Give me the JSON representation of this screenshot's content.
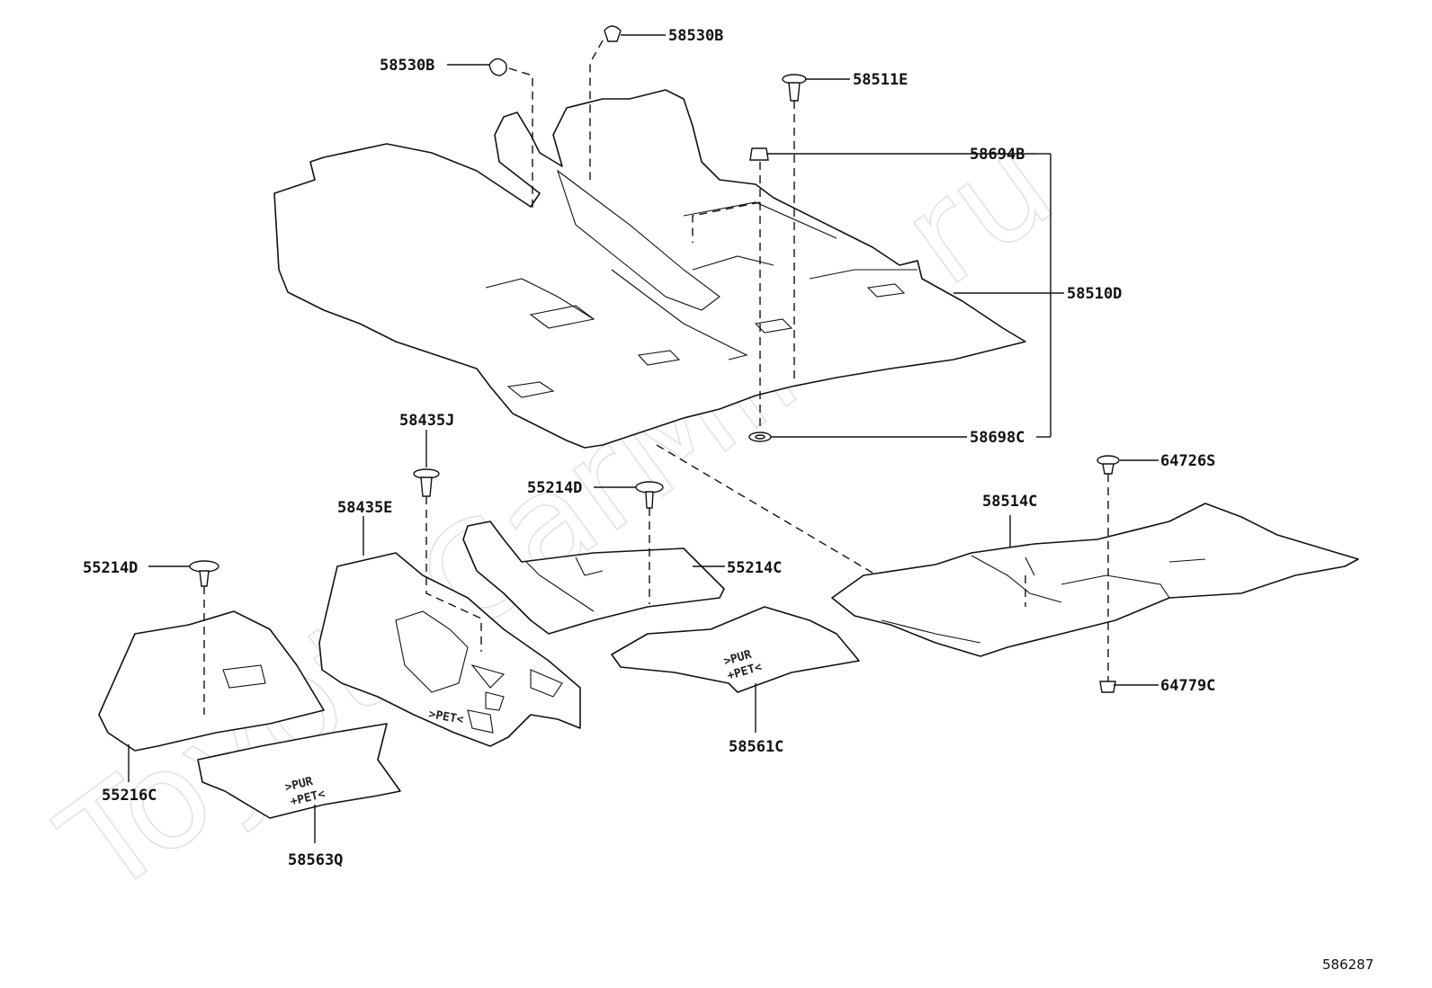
{
  "watermark": "ToyotaCarMine.ru",
  "diagram_ref": "586287",
  "labels": {
    "l_58530B_left": "58530B",
    "l_58530B_top": "58530B",
    "l_58511E": "58511E",
    "l_58694B": "58694B",
    "l_58510D": "58510D",
    "l_58698C": "58698C",
    "l_58435J": "58435J",
    "l_55214D_mid": "55214D",
    "l_64726S": "64726S",
    "l_58514C": "58514C",
    "l_58435E": "58435E",
    "l_55214C": "55214C",
    "l_55214D_left": "55214D",
    "l_64779C": "64779C",
    "l_58561C": "58561C",
    "l_55216C": "55216C",
    "l_58563Q": "58563Q"
  },
  "markings": {
    "pur": ">PUR",
    "pet_plus": "+PET<",
    "pet": ">PET<"
  }
}
